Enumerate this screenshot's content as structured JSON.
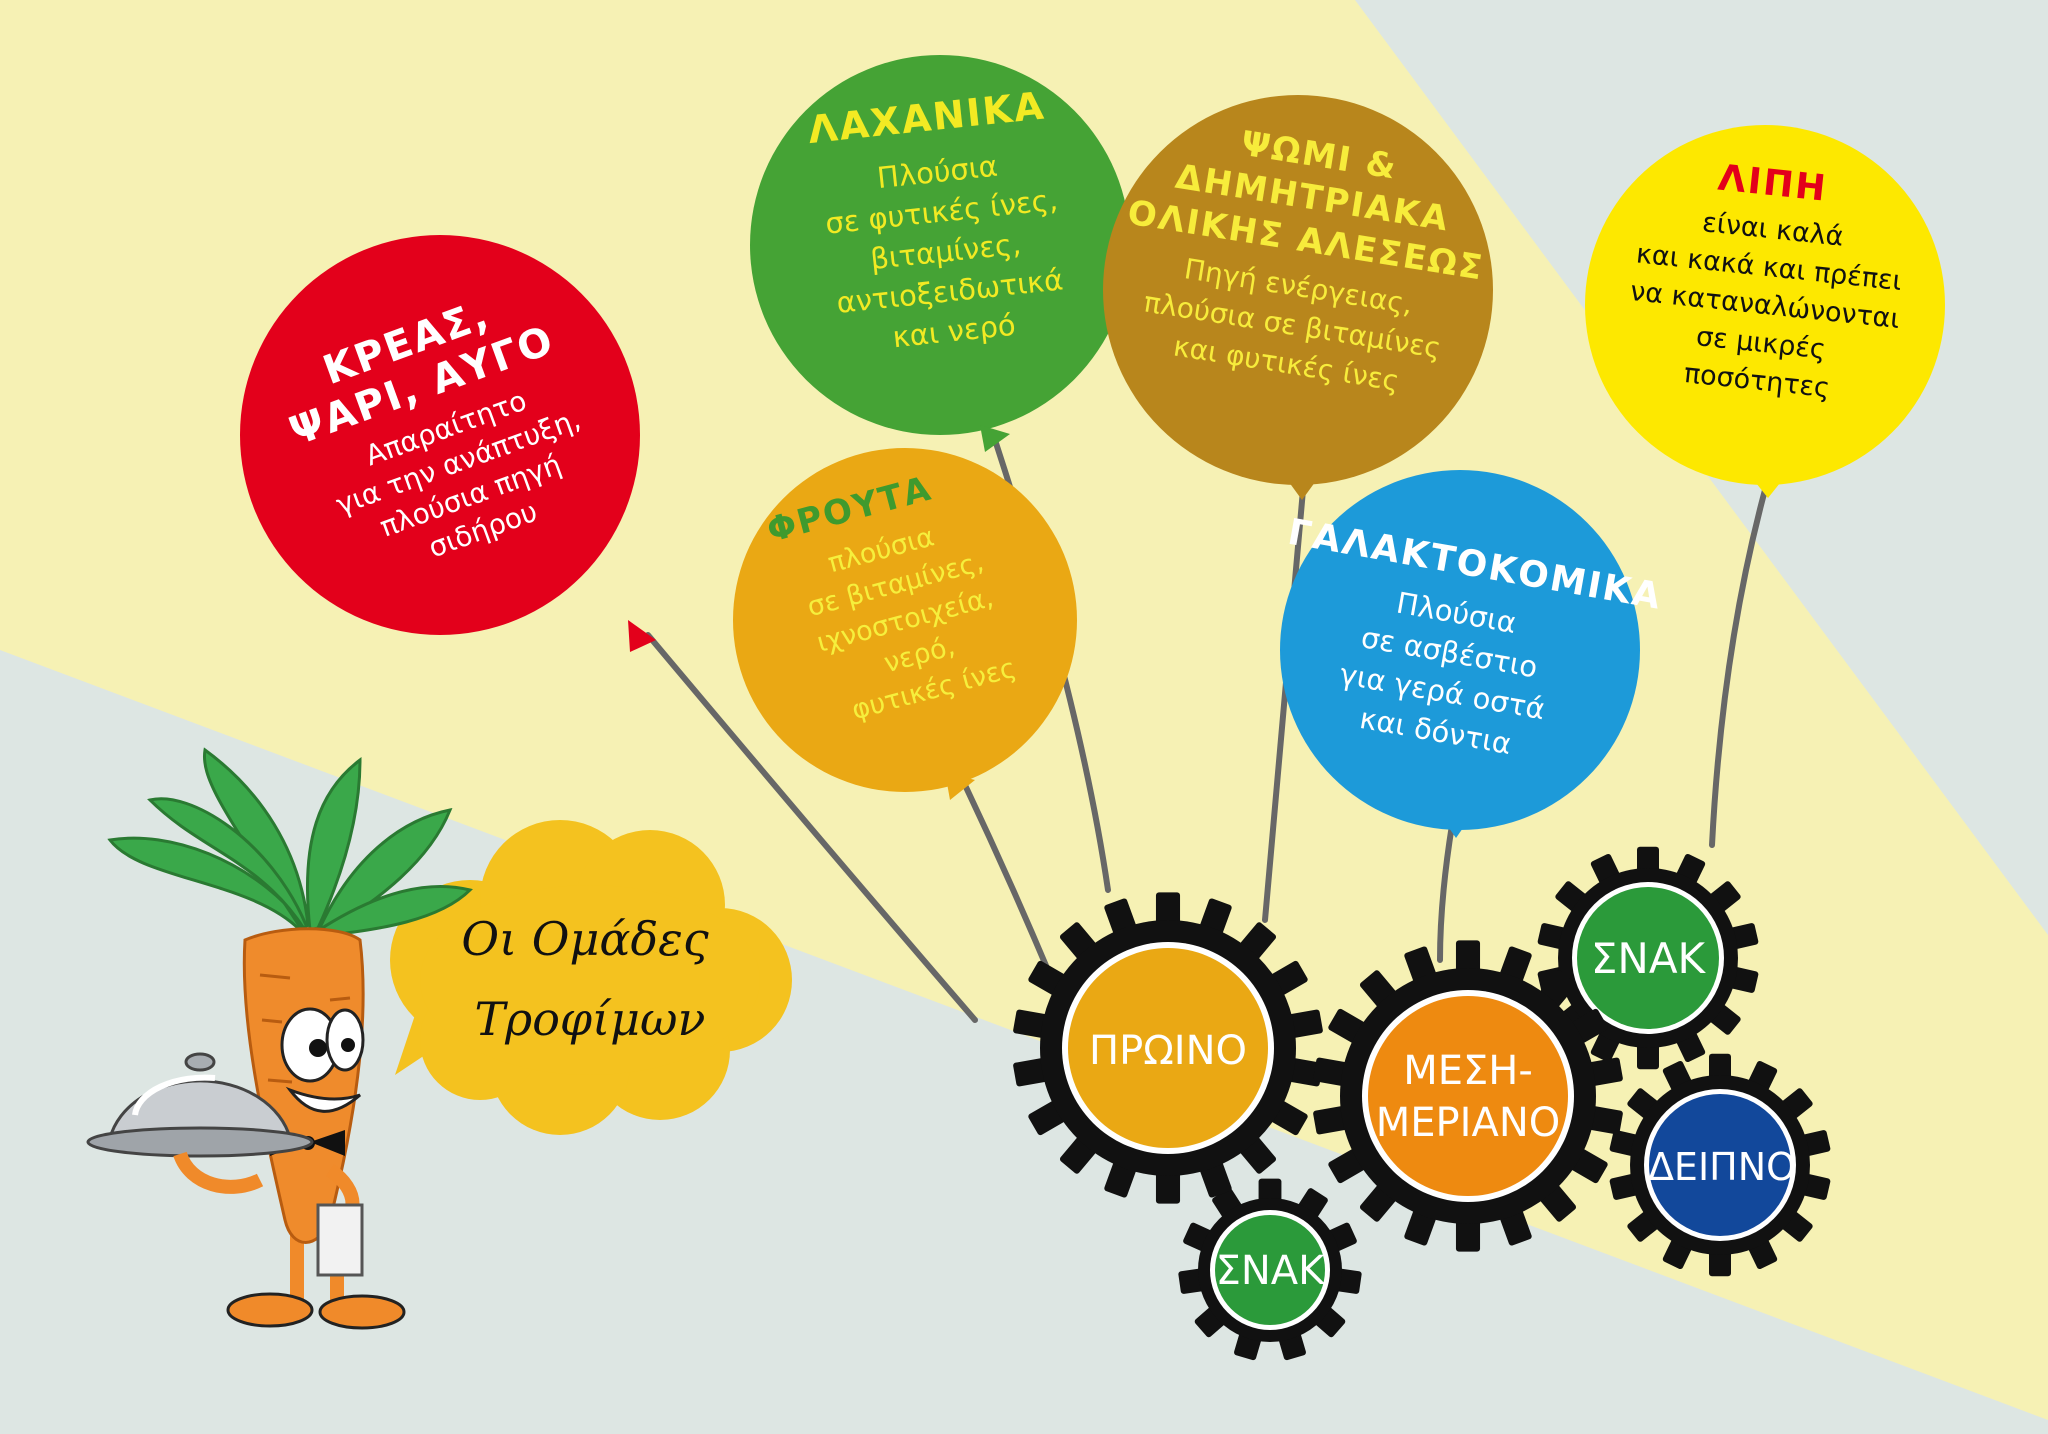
{
  "title": {
    "line1": "Οι Ομάδες",
    "line2": "Τροφίμων"
  },
  "balloons": [
    {
      "id": "meat",
      "heading_lines": [
        "ΚΡΕΑΣ,",
        "ΨΑΡΙ, ΑΥΓΟ"
      ],
      "body_lines": [
        "Απαραίτητο",
        "για την ανάπτυξη,",
        "πλούσια πηγή",
        "σιδήρου"
      ],
      "color": "#e3001b",
      "heading_color": "#ffffff",
      "body_color": "#ffffff"
    },
    {
      "id": "vegetables",
      "heading_lines": [
        "ΛΑΧΑΝΙΚΑ"
      ],
      "body_lines": [
        "Πλούσια",
        "σε φυτικές ίνες,",
        "βιταμίνες,",
        "αντιοξειδωτικά",
        "και νερό"
      ],
      "color": "#45a335",
      "heading_color": "#f2ea23",
      "body_color": "#f2ea23"
    },
    {
      "id": "fruits",
      "heading_lines": [
        "ΦΡΟΥΤΑ"
      ],
      "body_lines": [
        "πλούσια",
        "σε βιταμίνες,",
        "ιχνοστοιχεία,",
        "νερό,",
        "φυτικές ίνες"
      ],
      "color": "#eaa814",
      "heading_color": "#3f9a2e",
      "body_color": "#f6ef3c"
    },
    {
      "id": "bread",
      "heading_lines": [
        "ΨΩΜΙ &",
        "ΔΗΜΗΤΡΙΑΚΑ",
        "ΟΛΙΚΗΣ ΑΛΕΣΕΩΣ"
      ],
      "body_lines": [
        "Πηγή ενέργειας,",
        "πλούσια σε βιταμίνες",
        "και φυτικές ίνες"
      ],
      "color": "#b8861c",
      "heading_color": "#f7ec3b",
      "body_color": "#f7ec3b"
    },
    {
      "id": "dairy",
      "heading_lines": [
        "ΓΑΛΑΚΤΟΚΟΜΙΚΑ"
      ],
      "body_lines": [
        "Πλούσια",
        "σε ασβέστιο",
        "για γερά οστά",
        "και δόντια"
      ],
      "color": "#1d9ad9",
      "heading_color": "#ffffff",
      "body_color": "#ffffff"
    },
    {
      "id": "fats",
      "heading_lines": [
        "ΛΙΠΗ"
      ],
      "body_lines": [
        "είναι καλά",
        "και κακά και πρέπει",
        "να καταναλώνονται",
        "σε μικρές",
        "ποσότητες"
      ],
      "color": "#fde800",
      "heading_color": "#e3001b",
      "body_color": "#111111"
    }
  ],
  "gears": [
    {
      "id": "breakfast",
      "label_lines": [
        "ΠΡΩΙΝΟ"
      ],
      "color": "#eaa814"
    },
    {
      "id": "lunch",
      "label_lines": [
        "ΜΕΣΗ-",
        "ΜΕΡΙΑΝΟ"
      ],
      "color": "#ee8a10"
    },
    {
      "id": "snack-top",
      "label_lines": [
        "ΣΝΑΚ"
      ],
      "color": "#2b9a3a"
    },
    {
      "id": "dinner",
      "label_lines": [
        "ΔΕΙΠΝΟ"
      ],
      "color": "#12489b"
    },
    {
      "id": "snack-bottom",
      "label_lines": [
        "ΣΝΑΚ"
      ],
      "color": "#2b9a3a"
    }
  ],
  "colors": {
    "background_blue": "#dde6e3",
    "background_yellow": "#f6f1b4",
    "cloud": "#f4c21f",
    "gear": "#111111",
    "string": "#666666",
    "carrot": "#ef8b2c",
    "carrot_leaves": "#3aa84a"
  },
  "icons": [
    "carrot-waiter-mascot",
    "serving-cloche-icon",
    "gear-icon",
    "speech-cloud"
  ]
}
